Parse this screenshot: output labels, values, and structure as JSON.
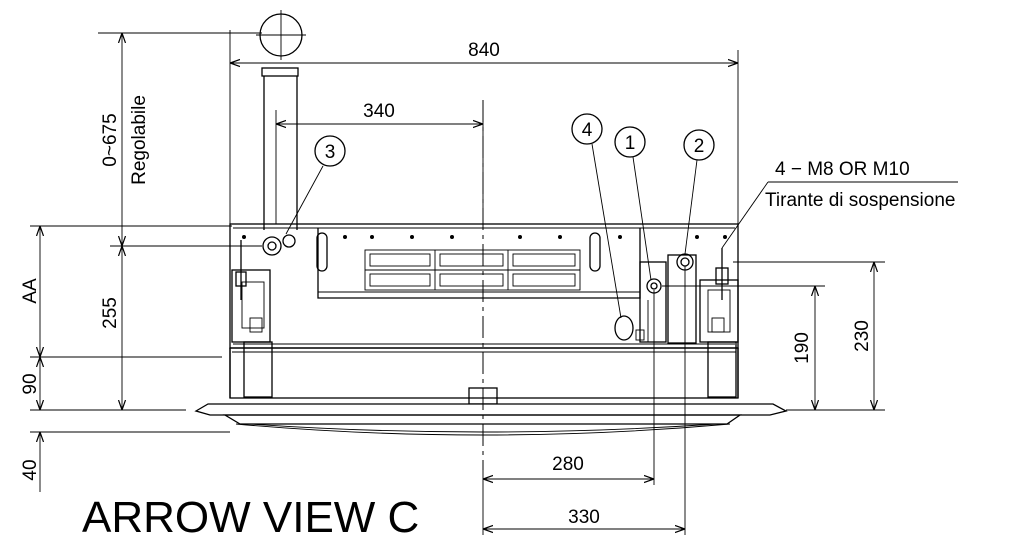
{
  "dimensions": {
    "width_840": "840",
    "offset_340": "340",
    "adjustable_range": "0~675",
    "adjustable_word": "Regolabile",
    "height_aa": "AA",
    "height_255": "255",
    "height_90": "90",
    "height_40": "40",
    "height_190": "190",
    "height_230": "230",
    "offset_280": "280",
    "offset_330": "330"
  },
  "callouts": {
    "item_1": "1",
    "item_2": "2",
    "item_3": "3",
    "item_4": "4"
  },
  "rod": {
    "spec": "4 − M8 OR M10",
    "description": "Tirante di sospensione"
  },
  "view_title": "ARROW VIEW C"
}
